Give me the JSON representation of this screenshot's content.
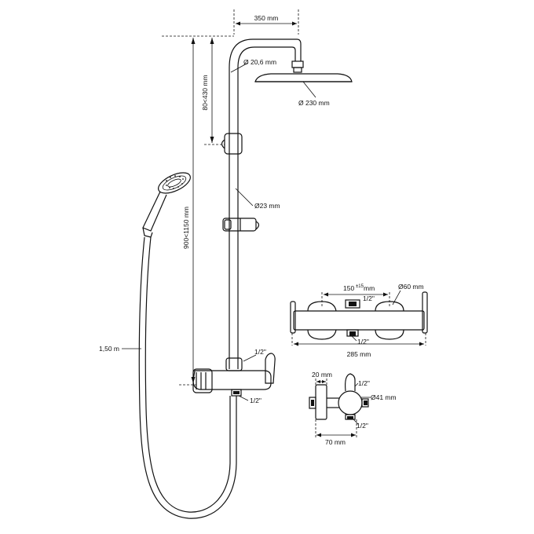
{
  "dimensions": {
    "arm_reach": "350 mm",
    "pipe_top": "Ø 20,6 mm",
    "head_diameter": "Ø 230 mm",
    "height_adjust": "80<430 mm",
    "bar_diameter": "Ø23 mm",
    "total_height": "900<1150 mm",
    "hose_length": "1,50 m",
    "thread_top": "1/2\"",
    "thread_bottom": "1/2\"",
    "spacing_value": "150",
    "spacing_tolerance": "±15",
    "spacing_unit": "mm",
    "knob_diameter": "Ø60 mm",
    "front_thread_top": "1/2\"",
    "front_thread_bottom": "1/2\"",
    "mixer_width": "285 mm",
    "side_offset": "20 mm",
    "side_thread_top": "1/2\"",
    "side_diameter": "Ø41 mm",
    "side_thread_bottom": "1/2\"",
    "side_depth": "70 mm"
  }
}
